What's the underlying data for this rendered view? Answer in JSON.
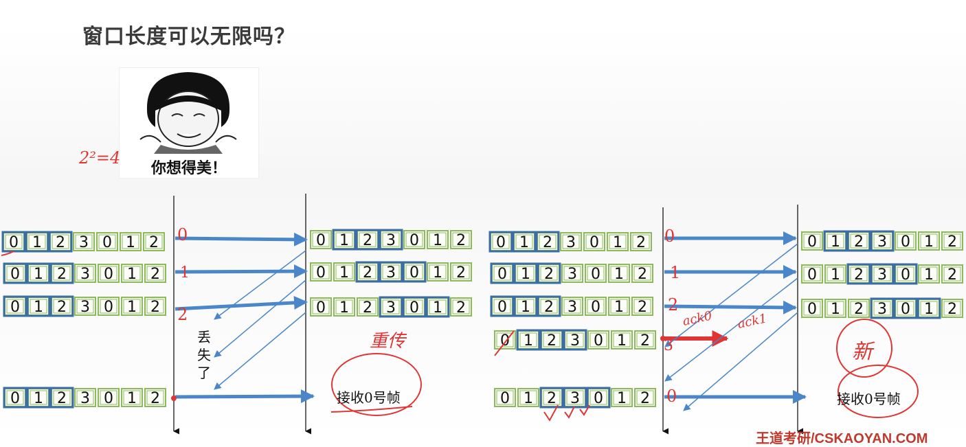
{
  "title": "窗口长度可以无限吗？",
  "meme": {
    "caption": "你想得美！"
  },
  "sequence_numbers": [
    "0",
    "1",
    "2",
    "3",
    "0",
    "1",
    "2"
  ],
  "left_scenario": {
    "frame_labels": [
      "0",
      "1",
      "2"
    ],
    "lost_label": "丢失了",
    "result_label": "接收0号帧",
    "note_label": "重传"
  },
  "right_scenario": {
    "frame_labels": [
      "0",
      "1",
      "2",
      "3",
      "0"
    ],
    "ack_labels": [
      "ack0",
      "ack1"
    ],
    "result_label": "接收0号帧",
    "note_label": "新"
  },
  "formula_annotation": "2²=4",
  "watermark": "王道考研/CSKAOYAN.COM",
  "colors": {
    "window_frame": "#3b6ea5",
    "cell_border": "#8cba5a",
    "arrow": "#4a86c8",
    "annotation": "#e03535",
    "timeline": "#333333"
  }
}
